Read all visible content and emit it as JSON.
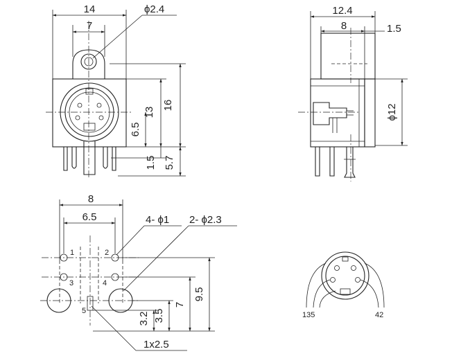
{
  "front_view": {
    "dims": {
      "width_14": "14",
      "width_7": "7",
      "hole_dia": "ϕ2.4",
      "height_16": "16",
      "height_13": "13",
      "height_6_5": "6.5",
      "height_1_5": "1.5",
      "height_5_7": "5.7"
    }
  },
  "side_view": {
    "dims": {
      "depth_12_4": "12.4",
      "depth_8": "8",
      "depth_1_5": "1.5",
      "dia_12": "ϕ12"
    }
  },
  "footprint_view": {
    "dims": {
      "width_8": "8",
      "width_6_5": "6.5",
      "pin_holes": "4- ϕ1",
      "mount_holes": "2- ϕ2.3",
      "height_9_5": "9.5",
      "height_7": "7",
      "height_3_5": "3.5",
      "height_3_2": "3.2",
      "slot": "1x2.5"
    },
    "pin_numbers": [
      "1",
      "2",
      "3",
      "4",
      "5"
    ]
  },
  "pinout_view": {
    "left_pins": "135",
    "right_pins": "42"
  }
}
